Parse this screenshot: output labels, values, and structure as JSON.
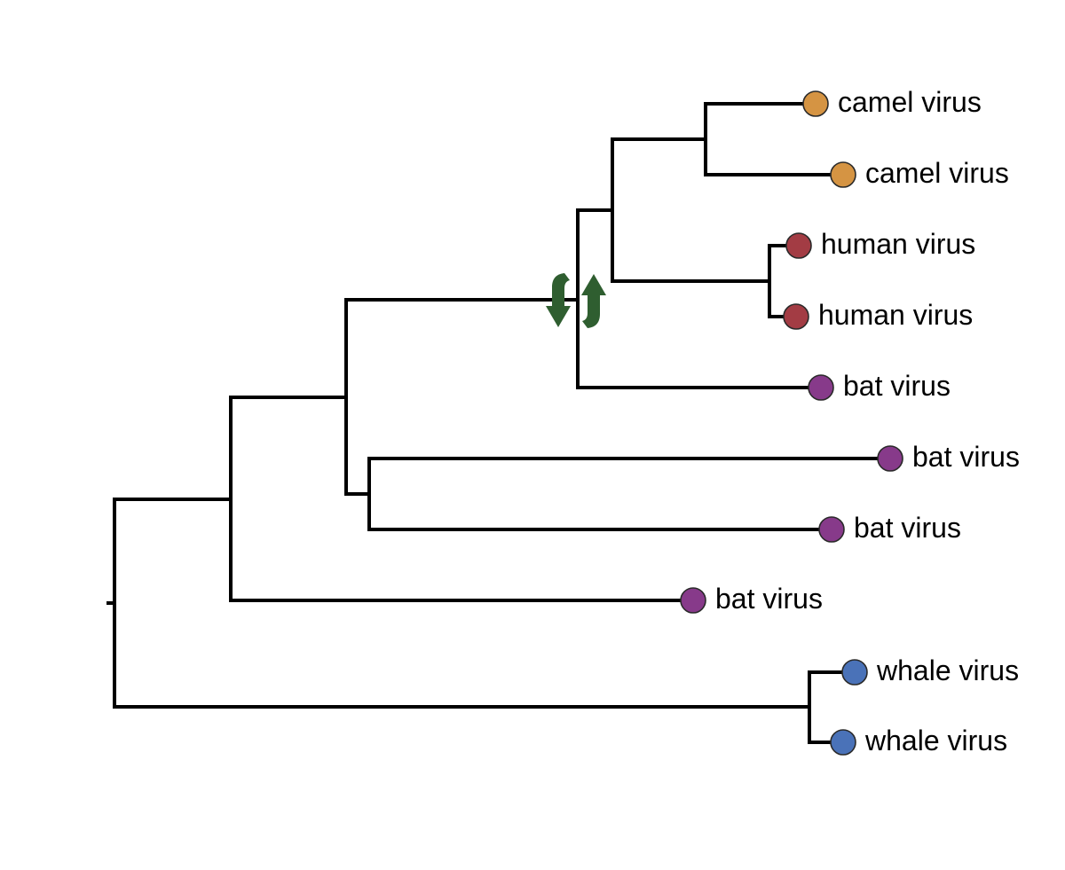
{
  "colors": {
    "camel": "#d59443",
    "human": "#a33c44",
    "bat": "#873a8a",
    "whale": "#4a72b8",
    "spillover_arrow": "#2f5e30",
    "branch": "#000000"
  },
  "tips": [
    {
      "label": "camel virus",
      "host": "camel"
    },
    {
      "label": "camel virus",
      "host": "camel"
    },
    {
      "label": "human virus",
      "host": "human"
    },
    {
      "label": "human virus",
      "host": "human"
    },
    {
      "label": "bat virus",
      "host": "bat"
    },
    {
      "label": "bat virus",
      "host": "bat"
    },
    {
      "label": "bat virus",
      "host": "bat"
    },
    {
      "label": "bat virus",
      "host": "bat"
    },
    {
      "label": "whale virus",
      "host": "whale"
    },
    {
      "label": "whale virus",
      "host": "whale"
    }
  ],
  "icons": {
    "spillover_down": "curved-arrow-down-icon",
    "spillover_up": "curved-arrow-up-icon"
  }
}
